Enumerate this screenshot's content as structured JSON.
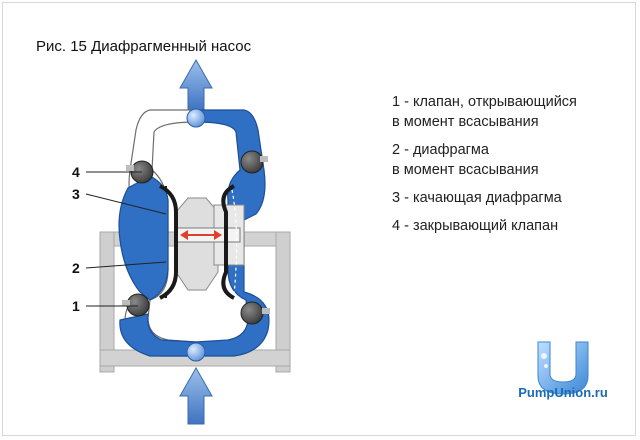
{
  "caption": "Рис. 15 Диафрагменный насос",
  "callouts": {
    "c1": "1",
    "c2": "2",
    "c3": "3",
    "c4": "4"
  },
  "legend": [
    {
      "text": "1 - клапан, открывающийся\nв момент всасывания"
    },
    {
      "text": "2 - диафрагма\nв момент всасывания"
    },
    {
      "text": "3 - качающая диафрагма"
    },
    {
      "text": "4 - закрывающий клапан"
    }
  ],
  "logo": {
    "text": "PumpUnion.ru"
  },
  "colors": {
    "pump_blue": "#2f6fc4",
    "arrow_blue": "#5b8fd2",
    "frame_gray": "#c9c9c9",
    "valve_ball": "#4b4b4b",
    "red_arrow": "#e0412a"
  }
}
